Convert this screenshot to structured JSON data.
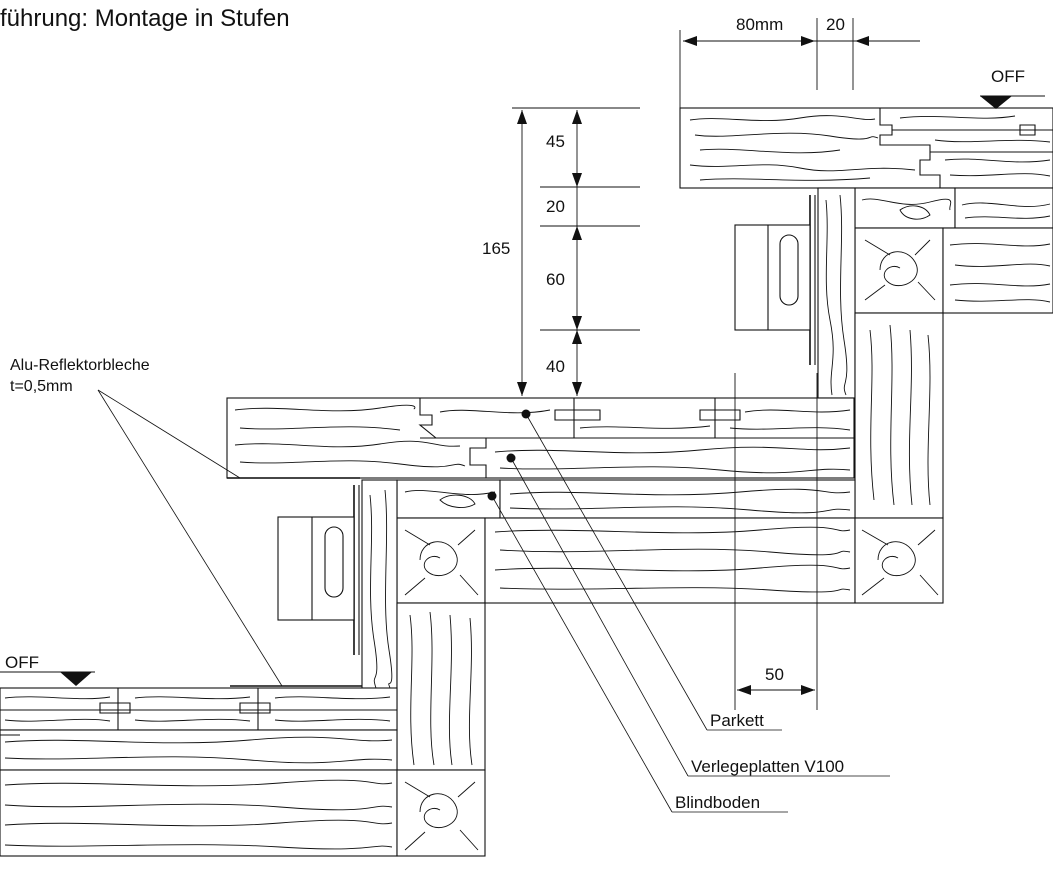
{
  "title": "führung: Montage in Stufen",
  "dimensions": {
    "top_width": "80mm",
    "top_gap": "20",
    "height_total": "165",
    "h1": "45",
    "h2": "20",
    "h3": "60",
    "h4": "40",
    "bottom_width": "50"
  },
  "levels": {
    "upper": "OFF",
    "lower": "OFF"
  },
  "callouts": {
    "reflector_line1": "Alu-Reflektorbleche",
    "reflector_line2": "t=0,5mm",
    "parkett": "Parkett",
    "verlegeplatten": "Verlegeplatten V100",
    "blindboden": "Blindboden"
  }
}
